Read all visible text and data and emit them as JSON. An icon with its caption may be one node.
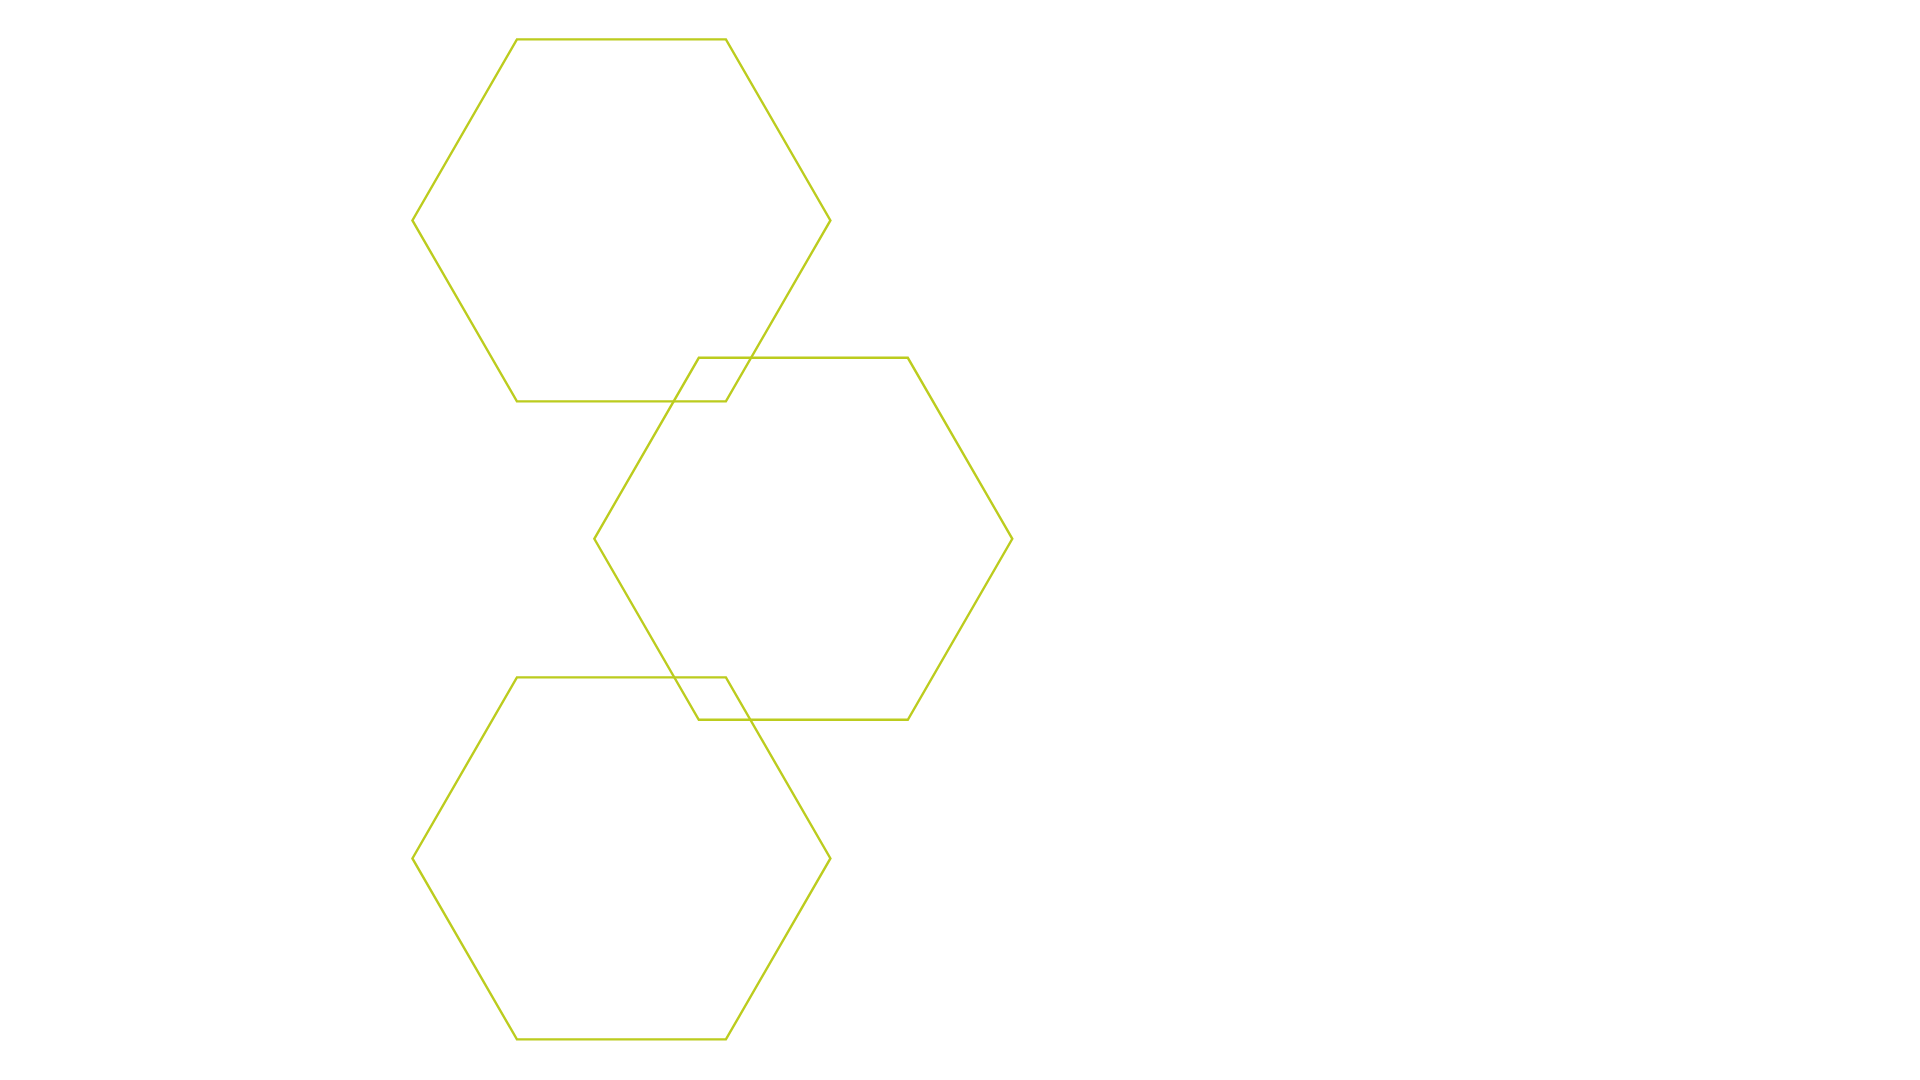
{
  "diagram": {
    "nodes": [
      {
        "text": [],
        "shape": "hexagon"
      },
      {
        "text": [],
        "shape": "hexagon"
      },
      {
        "text": [],
        "shape": "hexagon"
      }
    ]
  }
}
